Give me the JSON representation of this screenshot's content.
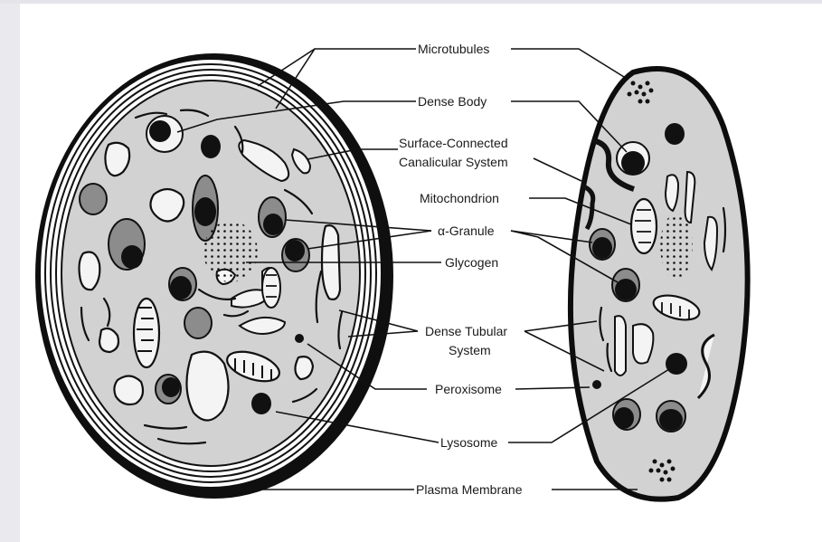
{
  "labels": {
    "microtubules": "Microtubules",
    "dense_body": "Dense Body",
    "scs_line1": "Surface-Connected",
    "scs_line2": "Canalicular System",
    "mitochondrion": "Mitochondrion",
    "alpha_granule": "α-Granule",
    "glycogen": "Glycogen",
    "dts_line1": "Dense Tubular",
    "dts_line2": "System",
    "peroxisome": "Peroxisome",
    "lysosome": "Lysosome",
    "plasma_membrane": "Plasma Membrane"
  },
  "colors": {
    "cytoplasm": "#d2d2d2",
    "membrane": "#0d0d0d",
    "granule_gray": "#8c8c8c",
    "dense": "#111111",
    "vacuole": "#f4f4f4"
  }
}
